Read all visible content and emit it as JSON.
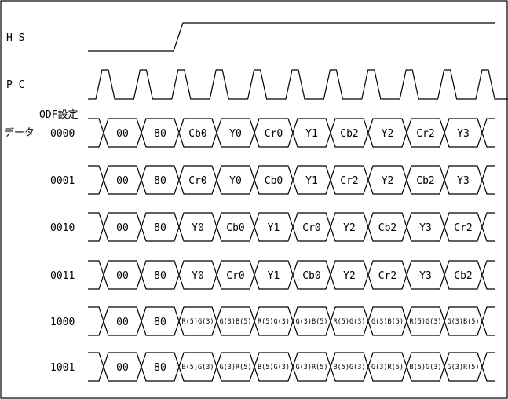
{
  "signals": {
    "hs_label": "H S",
    "pc_label": "P C",
    "odf_header": "ODF設定",
    "data_label": "データ"
  },
  "rows": [
    {
      "code": "0000",
      "cells": [
        "00",
        "80",
        "Cb0",
        "Y0",
        "Cr0",
        "Y1",
        "Cb2",
        "Y2",
        "Cr2",
        "Y3"
      ]
    },
    {
      "code": "0001",
      "cells": [
        "00",
        "80",
        "Cr0",
        "Y0",
        "Cb0",
        "Y1",
        "Cr2",
        "Y2",
        "Cb2",
        "Y3"
      ]
    },
    {
      "code": "0010",
      "cells": [
        "00",
        "80",
        "Y0",
        "Cb0",
        "Y1",
        "Cr0",
        "Y2",
        "Cb2",
        "Y3",
        "Cr2"
      ]
    },
    {
      "code": "0011",
      "cells": [
        "00",
        "80",
        "Y0",
        "Cr0",
        "Y1",
        "Cb0",
        "Y2",
        "Cr2",
        "Y3",
        "Cb2"
      ]
    },
    {
      "code": "1000",
      "cells": [
        "00",
        "80",
        "R(5)G(3)",
        "G(3)B(5)",
        "R(5)G(3)",
        "G(3)B(5)",
        "R(5)G(3)",
        "G(3)B(5)",
        "R(5)G(3)",
        "G(3)B(5)"
      ]
    },
    {
      "code": "1001",
      "cells": [
        "00",
        "80",
        "B(5)G(3)",
        "G(3)R(5)",
        "B(5)G(3)",
        "G(3)R(5)",
        "B(5)G(3)",
        "G(3)R(5)",
        "B(5)G(3)",
        "G(3)R(5)"
      ]
    }
  ]
}
